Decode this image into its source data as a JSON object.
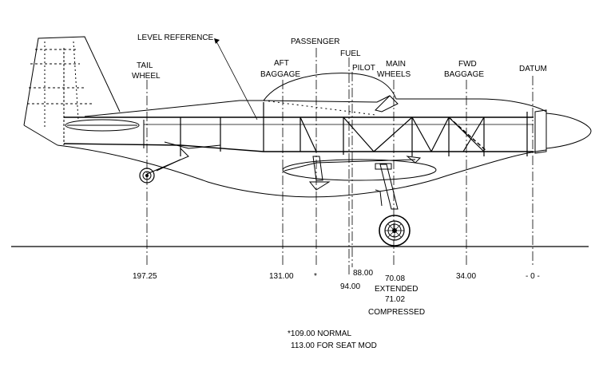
{
  "labels": {
    "level_reference": "LEVEL REFERENCE",
    "passenger": "PASSENGER",
    "fuel": "FUEL",
    "pilot": "PILOT",
    "tail_wheel_1": "TAIL",
    "tail_wheel_2": "WHEEL",
    "aft_baggage_1": "AFT",
    "aft_baggage_2": "BAGGAGE",
    "main_wheels_1": "MAIN",
    "main_wheels_2": "WHEELS",
    "fwd_baggage_1": "FWD",
    "fwd_baggage_2": "BAGGAGE",
    "datum": "DATUM"
  },
  "stations": {
    "tail_wheel": "197.25",
    "aft_baggage": "131.00",
    "passenger": "*",
    "pilot": "88.00",
    "fuel": "94.00",
    "main_wheels_extended": "70.08",
    "extended_label": "EXTENDED",
    "main_wheels_compressed": "71.02",
    "compressed_label": "COMPRESSED",
    "fwd_baggage": "34.00",
    "datum": "- 0 -"
  },
  "footnote": {
    "line1": "*109.00 NORMAL",
    "line2": "113.00 FOR SEAT MOD"
  }
}
